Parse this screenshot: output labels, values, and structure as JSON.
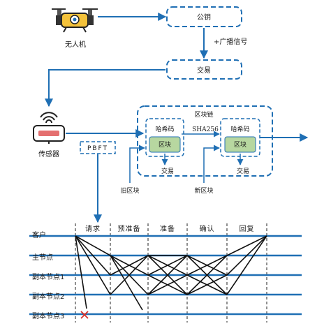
{
  "colors": {
    "blue": "#1f6fb4",
    "green": "#b7d7a0",
    "black": "#111111",
    "red": "#d9312a"
  },
  "top": {
    "drone_label": "无人机",
    "public_key": "公钥",
    "broadcast": "+广播信号",
    "transaction": "交易",
    "sensor_label": "传感器",
    "pbft": "PBFT"
  },
  "blockchain": {
    "title": "区块链",
    "hash1": "哈希码",
    "block1": "区块",
    "tx1": "交易",
    "sha": "SHA256",
    "hash2": "哈希码",
    "block2": "区块",
    "tx2": "交易",
    "old_block": "旧区块",
    "new_block": "新区块"
  },
  "pbft": {
    "phases": [
      "请求",
      "预准备",
      "准备",
      "确认",
      "回复"
    ],
    "nodes": [
      "客户",
      "主节点",
      "副本节点1",
      "副本节点2",
      "副本节点3"
    ]
  }
}
